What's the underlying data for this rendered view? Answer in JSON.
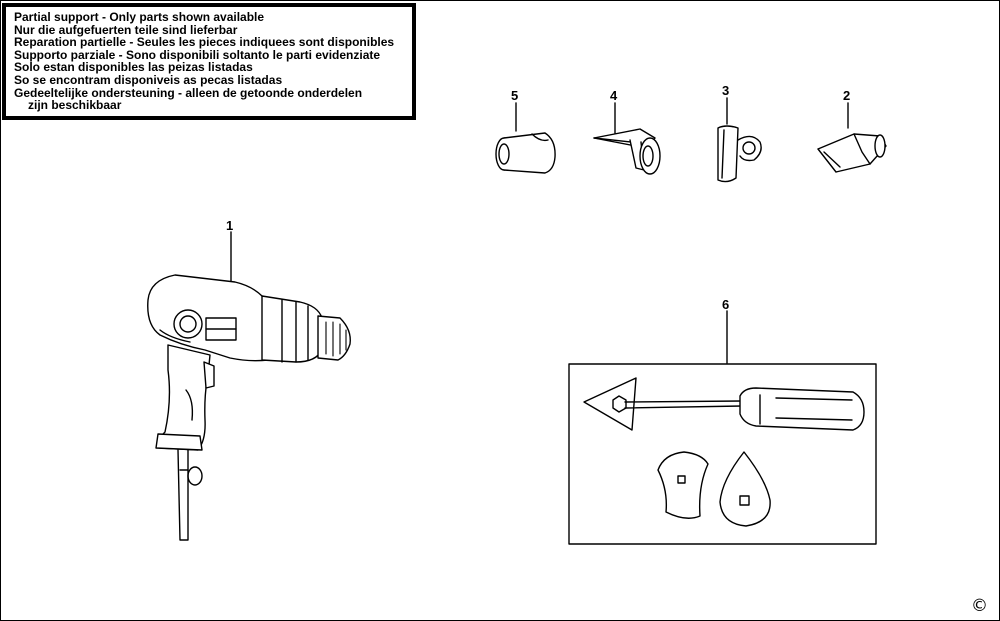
{
  "notice": {
    "lines": [
      "Partial support - Only parts shown available",
      "Nur die aufgefuerten teile sind lieferbar",
      "Reparation partielle - Seules les pieces indiquees sont disponibles",
      "Supporto parziale - Sono disponibili soltanto le parti evidenziate",
      "Solo estan disponibles las peizas listadas",
      "So se encontram disponiveis as pecas listadas",
      "Gedeeltelijke ondersteuning - alleen de getoonde onderdelen",
      "zijn beschikbaar"
    ]
  },
  "parts": [
    {
      "number": "1",
      "icon": "heat-gun-icon"
    },
    {
      "number": "2",
      "icon": "flat-nozzle-icon"
    },
    {
      "number": "3",
      "icon": "reflector-nozzle-icon"
    },
    {
      "number": "4",
      "icon": "glass-protector-nozzle-icon"
    },
    {
      "number": "5",
      "icon": "reducer-nozzle-icon"
    },
    {
      "number": "6",
      "icon": "scraper-kit-icon"
    }
  ],
  "copyright": "©"
}
